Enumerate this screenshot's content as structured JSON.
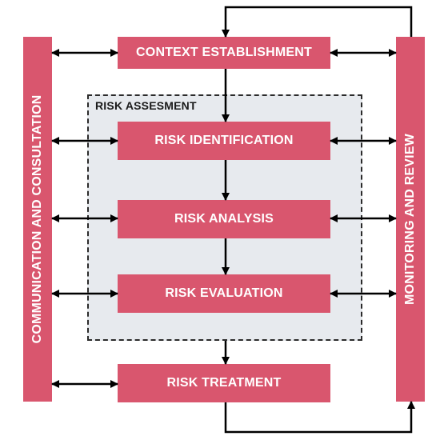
{
  "diagram": {
    "group_label": "RISK ASSESMENT",
    "steps": {
      "context": "CONTEXT ESTABLISHMENT",
      "identification": "RISK IDENTIFICATION",
      "analysis": "RISK ANALYSIS",
      "evaluation": "RISK EVALUATION",
      "treatment": "RISK TREATMENT"
    },
    "side_left": "COMMUNICATION AND CONSULTATION",
    "side_right": "MONITORING AND REVIEW",
    "colors": {
      "box_fill": "#d9566e",
      "box_text": "#ffffff",
      "group_fill": "#e7eaee",
      "line": "#000000"
    }
  }
}
